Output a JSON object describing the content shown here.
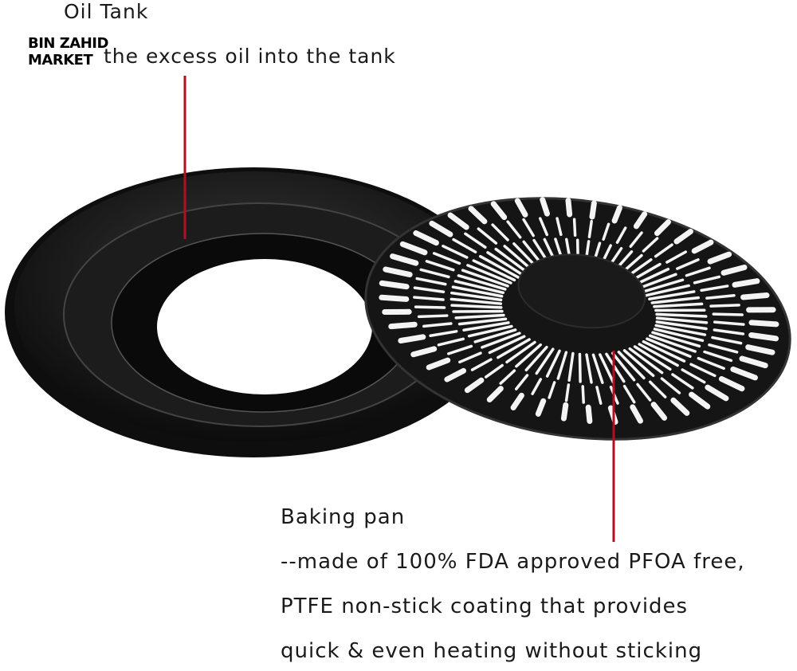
{
  "annotations": {
    "oil_tank_title": "Oil Tank",
    "oil_tank_desc": "the excess oil into the tank",
    "baking_pan_title": "Baking pan",
    "baking_pan_lines": [
      "--made of 100% FDA approved PFOA free,",
      "PTFE non-stick coating that provides",
      "quick & even heating without sticking"
    ]
  },
  "watermark": {
    "line1": "BIN ZAHID",
    "line2": "MARKET"
  },
  "colors": {
    "product": "#111111",
    "leader_line": "#b01020",
    "background": "#ffffff"
  }
}
